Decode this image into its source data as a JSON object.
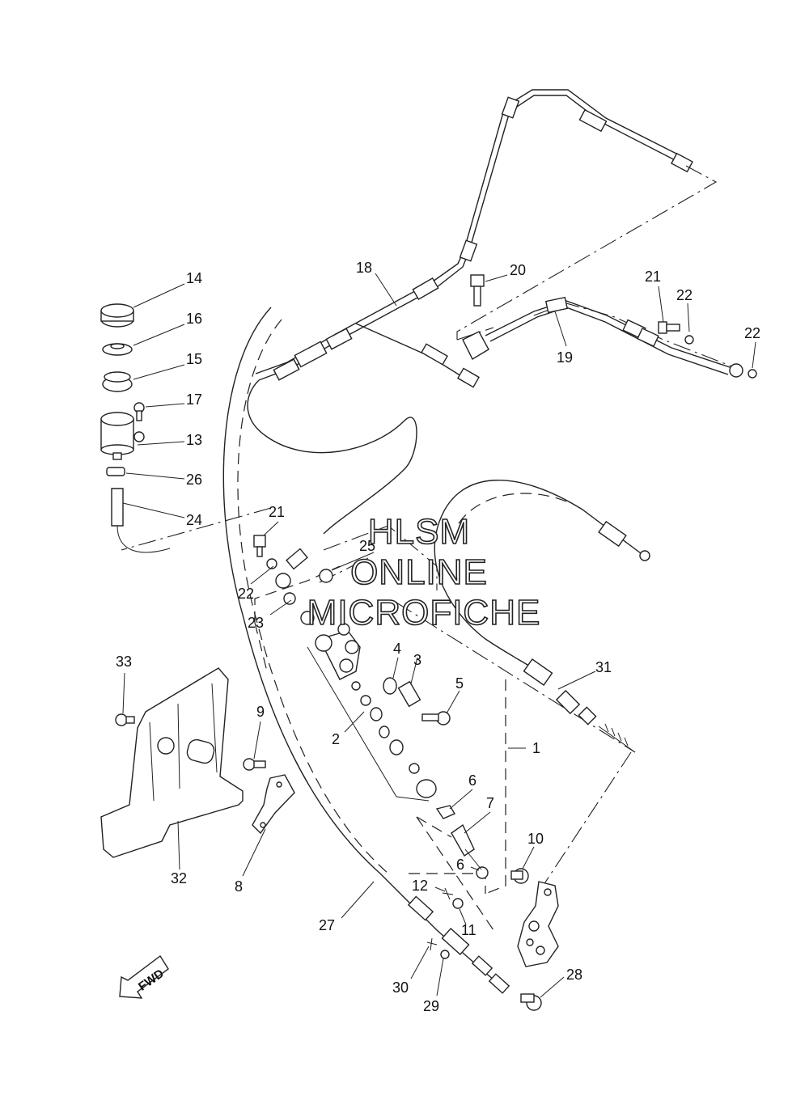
{
  "watermark": {
    "line1": "HLSM",
    "line2": "ONLINE",
    "line3": "MICROFICHE"
  },
  "direction_arrow": {
    "label": "FWD",
    "icon": "fwd-arrow-icon"
  },
  "callouts": [
    {
      "id": "c14",
      "text": "14"
    },
    {
      "id": "c16",
      "text": "16"
    },
    {
      "id": "c15",
      "text": "15"
    },
    {
      "id": "c17",
      "text": "17"
    },
    {
      "id": "c13",
      "text": "13"
    },
    {
      "id": "c26",
      "text": "26"
    },
    {
      "id": "c24",
      "text": "24"
    },
    {
      "id": "c18",
      "text": "18"
    },
    {
      "id": "c20",
      "text": "20"
    },
    {
      "id": "c21a",
      "text": "21"
    },
    {
      "id": "c22a",
      "text": "22"
    },
    {
      "id": "c22b",
      "text": "22"
    },
    {
      "id": "c19",
      "text": "19"
    },
    {
      "id": "c21b",
      "text": "21"
    },
    {
      "id": "c25",
      "text": "25"
    },
    {
      "id": "c22c",
      "text": "22"
    },
    {
      "id": "c23",
      "text": "23"
    },
    {
      "id": "c4",
      "text": "4"
    },
    {
      "id": "c3",
      "text": "3"
    },
    {
      "id": "c5",
      "text": "5"
    },
    {
      "id": "c2",
      "text": "2"
    },
    {
      "id": "c31",
      "text": "31"
    },
    {
      "id": "c1",
      "text": "1"
    },
    {
      "id": "c33",
      "text": "33"
    },
    {
      "id": "c9",
      "text": "9"
    },
    {
      "id": "c6a",
      "text": "6"
    },
    {
      "id": "c7",
      "text": "7"
    },
    {
      "id": "c10",
      "text": "10"
    },
    {
      "id": "c6b",
      "text": "6"
    },
    {
      "id": "c32",
      "text": "32"
    },
    {
      "id": "c8",
      "text": "8"
    },
    {
      "id": "c12",
      "text": "12"
    },
    {
      "id": "c11",
      "text": "11"
    },
    {
      "id": "c27",
      "text": "27"
    },
    {
      "id": "c28",
      "text": "28"
    },
    {
      "id": "c30",
      "text": "30"
    },
    {
      "id": "c29",
      "text": "29"
    }
  ]
}
